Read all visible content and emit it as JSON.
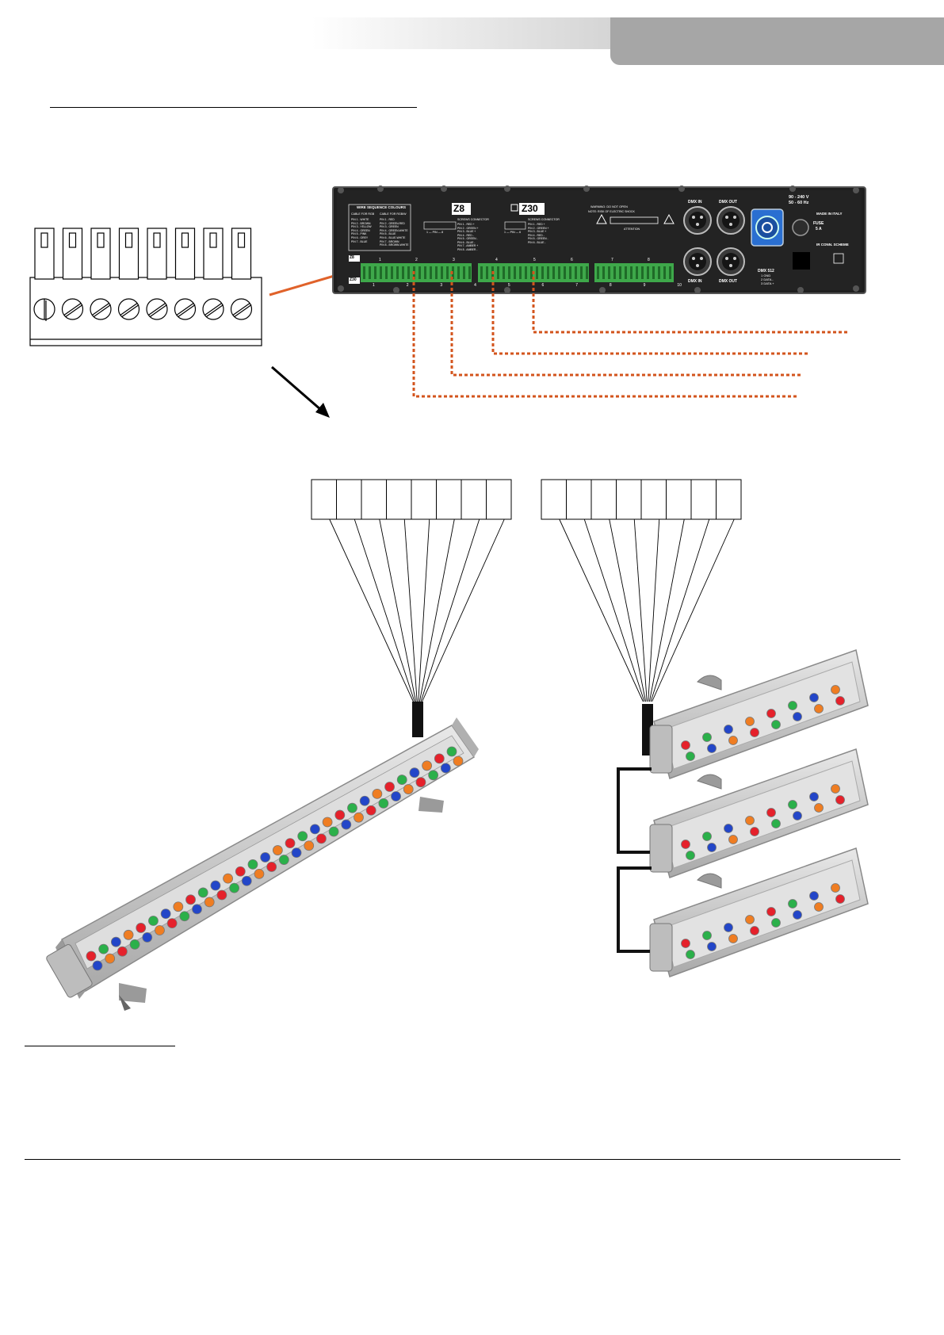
{
  "header": {
    "gradient_start": "#ffffff",
    "gradient_end": "#a6a6a6",
    "tab_color": "#a6a6a6"
  },
  "device": {
    "panel_color": "#1f1f1f",
    "terminal_color": "#3ea84a",
    "connector_blue": "#2a6fd1",
    "model_z8": "Z8",
    "model_z30": "Z30",
    "wire_table_title": "WIRE SEQUENCE COLOURS",
    "col_1_header": "CABLE FOR RGB",
    "col_2_header": "CABLE FOR RGB/W",
    "col_1_rows": [
      "PIN 1 - WHITE",
      "PIN 2 - BROWN",
      "PIN 3 - YELLOW",
      "PIN 4 - GREEN",
      "PIN 5 - PINK",
      "PIN 6 - GREY",
      "PIN 7 - BLUE"
    ],
    "col_2_rows": [
      "PIN 1 - RED",
      "PIN 2 - GREEN-RED",
      "PIN 3 - GREEN",
      "PIN 4 - GREEN-WHITE",
      "PIN 5 - BLUE",
      "PIN 6 - BLUE-WHITE",
      "PIN 7 - BROWN",
      "PIN 8 - BROWN-WHITE"
    ],
    "screw_connector_label": "SCREWS CONNECTOR",
    "z8_pins": [
      "PIN 1 - RED +",
      "PIN 2 - GREEN +",
      "PIN 3 - BLUE +",
      "PIN 4 - RED -",
      "PIN 5 - GREEN -",
      "PIN 6 - BLUE -",
      "PIN 7 - AMBER +",
      "PIN 8 - AMBER -"
    ],
    "z30_pins": [
      "PIN 1 - RED +",
      "PIN 2 - GREEN +",
      "PIN 3 - BLUE +",
      "PIN 4 - RED -",
      "PIN 5 - GREEN -",
      "PIN 6 - BLUE -"
    ],
    "pin_range": "1 — PIN — 8",
    "pin_range_2": "1 — PIN — 6",
    "warning_1": "WARNING: DO NOT OPEN",
    "warning_2": "NOTE: RISK OF ELECTRIC SHOCK",
    "warning_3": "ATTENTION",
    "dmx_in": "DMX IN",
    "dmx_out": "DMX OUT",
    "voltage": "90 - 240 V",
    "frequency": "50 - 60 Hz",
    "fuse": "FUSE",
    "fuse_rating": "5 A",
    "made_in": "MADE IN ITALY",
    "dmx_512": "DMX 512",
    "dmx_pins": [
      "1 GND",
      "2 DATA -",
      "3 DATA +"
    ],
    "ir_label": "IR CONN. SCHEME",
    "terminal_numbers_top": [
      "1",
      "2",
      "3",
      "4",
      "5",
      "6",
      "7",
      "8"
    ],
    "terminal_numbers_bottom": [
      "1",
      "2",
      "3",
      "4",
      "5",
      "6",
      "7",
      "8",
      "9",
      "10"
    ]
  },
  "colors": {
    "arrow_orange": "#e0622a",
    "dotted_orange": "#d3541d",
    "fixture_silver": "#c9c9c9",
    "led_red": "#e5212b",
    "led_green": "#2bb04a",
    "led_blue": "#2346c8",
    "led_orange": "#ef7d22"
  }
}
